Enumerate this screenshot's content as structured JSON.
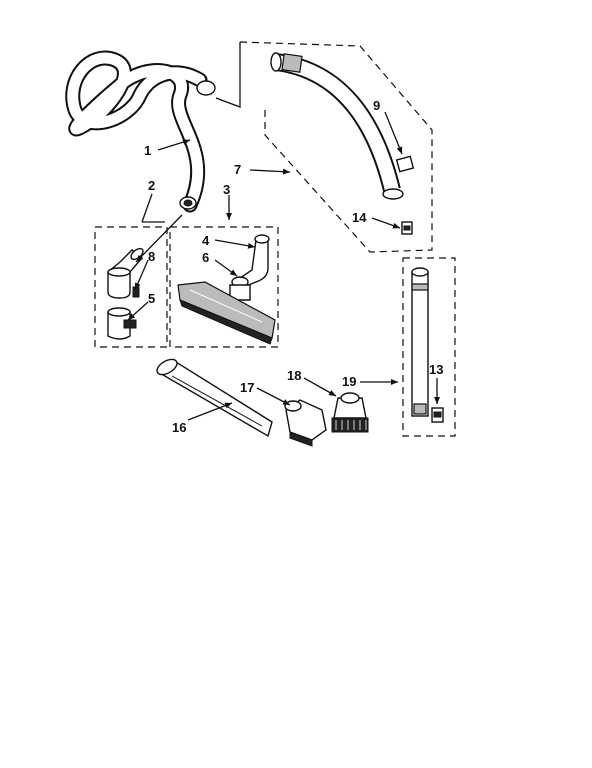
{
  "callouts": {
    "c1": "1",
    "c2": "2",
    "c3": "3",
    "c4": "4",
    "c5": "5",
    "c6": "6",
    "c7": "7",
    "c8": "8",
    "c9": "9",
    "c13": "13",
    "c14": "14",
    "c16": "16",
    "c17": "17",
    "c18": "18",
    "c19": "19"
  }
}
